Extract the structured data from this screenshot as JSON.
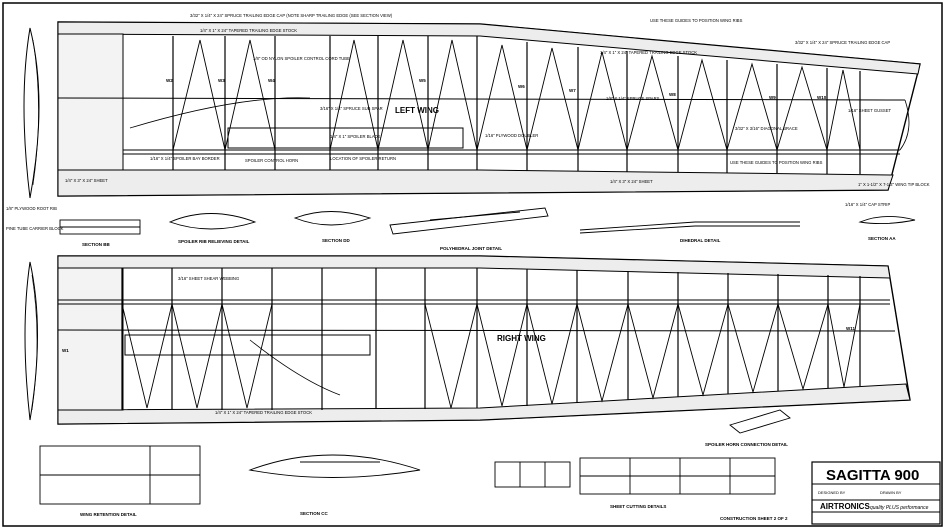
{
  "labels": {
    "left_wing": "LEFT WING",
    "right_wing": "RIGHT WING",
    "trailing_edge_cap_top": "3/32\" X 1/4\" X 24\" SPRUCE TRAILING EDGE CAP (NOTE SHARP TRAILING EDGE (SEE SECTION VIEW)",
    "tapered_te_stock_top": "1/4\" X 1\" X 24\" TAPERED TRAILING EDGE STOCK",
    "tapered_te_stock_right": "1/4\" X 1\" X 24\" TAPERED TRAILING EDGE STOCK",
    "le_cap_top": "3/32\" X 1/4\" X 24\" SPRUCE TRAILING EDGE CAP",
    "guides_top": "USE THESE GUIDES TO POSITION WING RIBS",
    "guides_mid": "USE THESE GUIDES TO POSITION WING RIBS",
    "le_stock_left": "1/4\" X 3\" X 24\" SHEET",
    "le_stock_right": "1/4\" X 3\" X 24\" SHEET",
    "spoiler_blade": "1/4\" X 1\" SPOILER BLADE",
    "spoiler_bay": "1/16\" X 1/4\" SPOILER BAY BORDER",
    "spoiler_horn": "SPOILER CONTROL HORN",
    "spoiler_return": "LOCATION OF SPOILER RETURN",
    "nylon_tube": "1/8\" OD NYLON SPOILER CONTROL CORD TUBE",
    "plywood_doubler": "1/16\" PLYWOOD DOUBLER",
    "sub_spar": "3/16\" X 1/4\" SPRUCE SUB SPAR",
    "shear_webbing": "3/16\" SHEET SHEAR WEBBING",
    "spruce_spars": "1/8\" X 1/4\" SPRUCE SPARS",
    "diagonal_brace": "3/32\" X 3/16\" DIAGONAL BRACE",
    "gusset": "1/16\" SHEET GUSSET",
    "tip_block": "1\" X 1-1/2\" X 7-1/2\" WING TIP BLOCK",
    "cap_strip": "1/16\" X 1/4\" CAP STRIP",
    "plywood_root_rib": "1/8\" PLYWOOD ROOT RIB",
    "pine_tube_carrier": "PINE TUBE CARRIER BLOCK",
    "spoiler_rib_detail": "SPOILER RIB RELIEVING DETAIL",
    "polyhedral_joint": "POLYHEDRAL JOINT DETAIL",
    "dihedral_detail": "DIHEDRAL DETAIL",
    "sheet_cutting": "SHEET CUTTING DETAILS",
    "wing_retention": "WING RETENTION DETAIL",
    "spoiler_horn_detail": "SPOILER HORN CONNECTION DETAIL",
    "section_aa": "SECTION AA",
    "section_bb": "SECTION BB",
    "section_cc": "SECTION CC",
    "section_dd": "SECTION DD",
    "construction_sheet": "CONSTRUCTION SHEET 2 OF 2",
    "w1": "W1",
    "w2": "W2",
    "w3": "W3",
    "w4": "W4",
    "w5": "W5",
    "w6": "W6",
    "w7": "W7",
    "w8": "W8",
    "w9": "W9",
    "w10": "W10",
    "w11": "W11"
  },
  "title_block": {
    "name": "SAGITTA 900",
    "brand": "AIRTRONICS",
    "tagline": "quality PLUS performance",
    "designed_by": "DESIGNED BY",
    "drawn_by": "DRAWN BY"
  },
  "colors": {
    "ink": "#000000",
    "paper": "#ffffff",
    "wood": "#6b6b6b"
  }
}
